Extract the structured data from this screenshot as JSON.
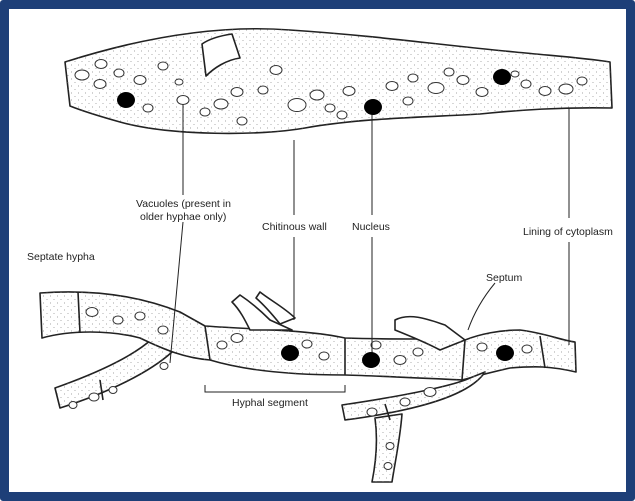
{
  "labels": {
    "vacuoles_line1": "Vacuoles (present in",
    "vacuoles_line2": "older hyphae only)",
    "chitinous_wall": "Chitinous wall",
    "nucleus": "Nucleus",
    "lining": "Lining of cytoplasm",
    "septate_hypha": "Septate hypha",
    "septum": "Septum",
    "hyphal_segment": "Hyphal segment"
  },
  "colors": {
    "frame_border": "#1e3f78",
    "ink": "#222222",
    "background": "#ffffff"
  }
}
